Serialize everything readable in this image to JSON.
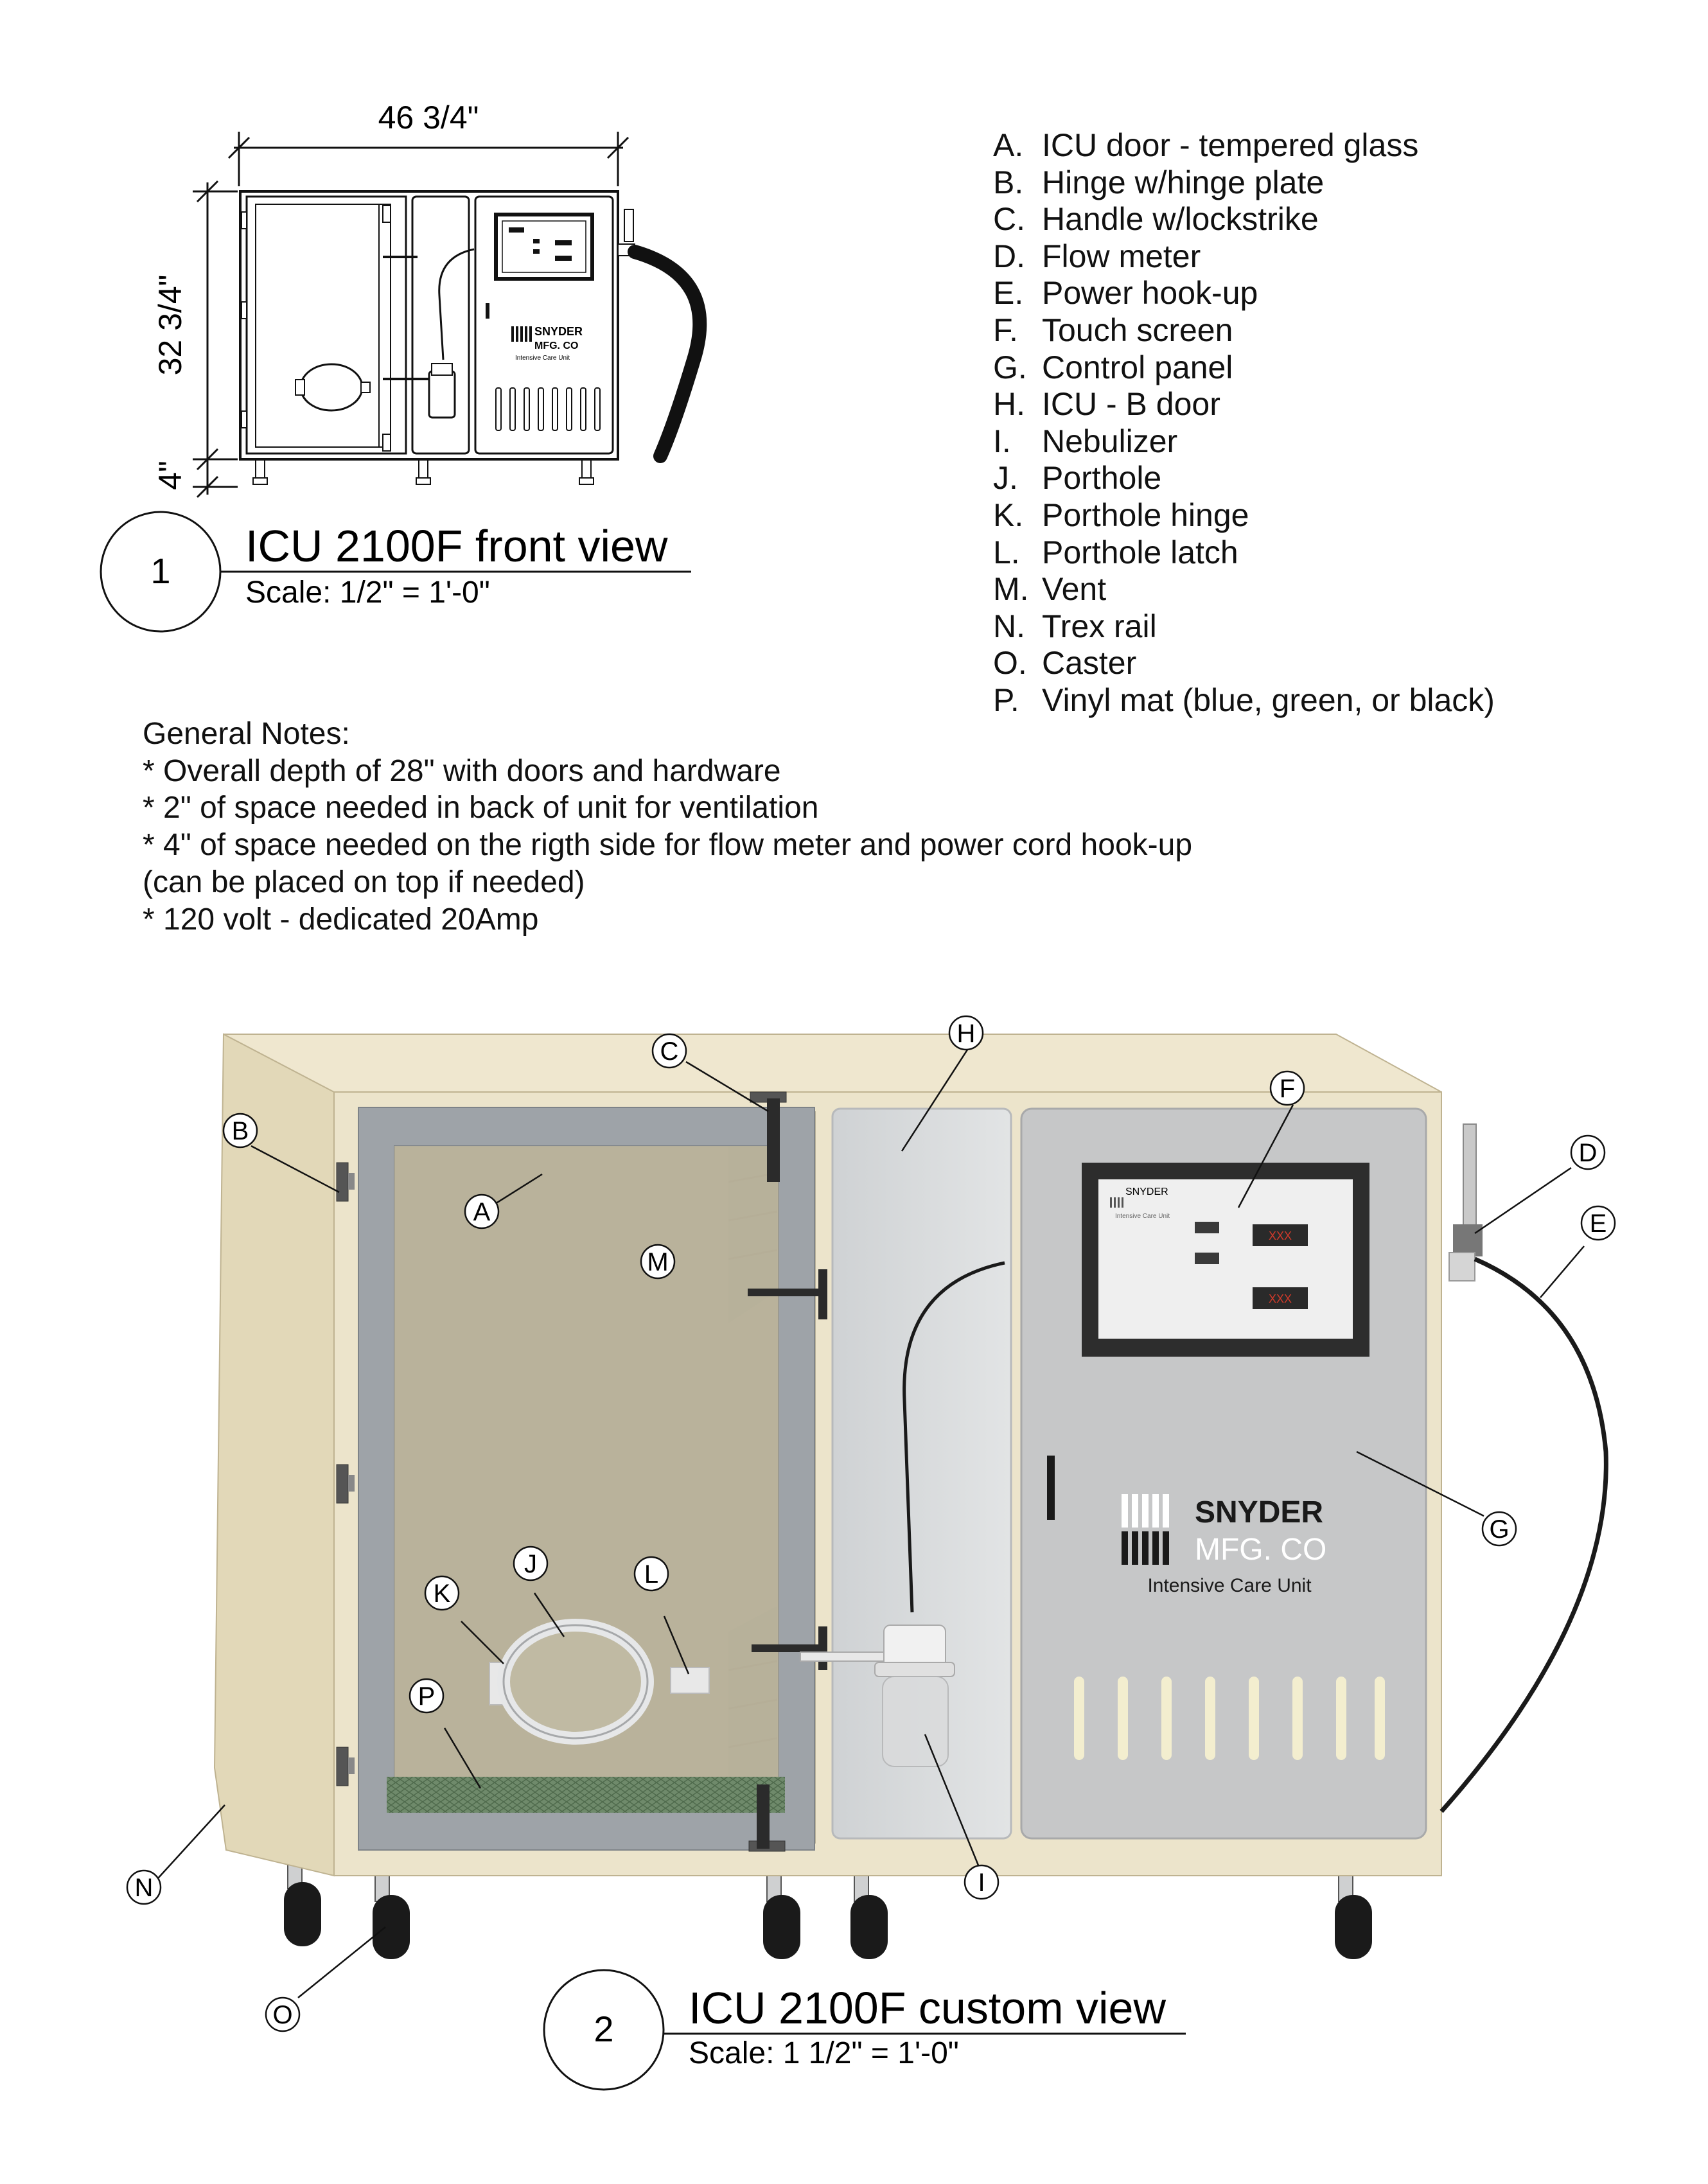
{
  "front_view": {
    "number": "1",
    "title": "ICU 2100F front view",
    "scale": "Scale: 1/2\" = 1'-0\"",
    "dim_width": "46 3/4\"",
    "dim_height": "32 3/4\"",
    "dim_base": "4\"",
    "logo_line1": "SNYDER",
    "logo_line2": "MFG. CO",
    "logo_line3": "Intensive Care Unit"
  },
  "legend": [
    {
      "letter": "A.",
      "label": "ICU door - tempered glass"
    },
    {
      "letter": "B.",
      "label": "Hinge w/hinge plate"
    },
    {
      "letter": "C.",
      "label": "Handle w/lockstrike"
    },
    {
      "letter": "D.",
      "label": "Flow meter"
    },
    {
      "letter": "E.",
      "label": "Power hook-up"
    },
    {
      "letter": "F.",
      "label": "Touch screen"
    },
    {
      "letter": "G.",
      "label": "Control panel"
    },
    {
      "letter": "H.",
      "label": "ICU - B door"
    },
    {
      "letter": "I.",
      "label": "Nebulizer"
    },
    {
      "letter": "J.",
      "label": "Porthole"
    },
    {
      "letter": "K.",
      "label": "Porthole hinge"
    },
    {
      "letter": "L.",
      "label": "Porthole latch"
    },
    {
      "letter": "M.",
      "label": "Vent"
    },
    {
      "letter": "N.",
      "label": "Trex rail"
    },
    {
      "letter": "O.",
      "label": "Caster"
    },
    {
      "letter": "P.",
      "label": "Vinyl mat (blue, green, or black)"
    }
  ],
  "general_notes": {
    "heading": "General Notes:",
    "lines": [
      "* Overall depth of 28\" with doors and hardware",
      "* 2\" of space needed in back of unit for ventilation",
      "* 4\" of space needed on the rigth side for flow meter and power cord hook-up",
      "(can be placed on top if needed)",
      "* 120 volt - dedicated 20Amp"
    ]
  },
  "custom_view": {
    "number": "2",
    "title": "ICU 2100F custom view",
    "scale": "Scale: 1 1/2\" = 1'-0\"",
    "logo_line1": "SNYDER",
    "logo_line2": "MFG. CO",
    "logo_line3": "Intensive Care Unit",
    "screen_brand": "SNYDER",
    "screen_sub": "Intensive Care Unit",
    "readout": "XXX",
    "callouts": {
      "A": "A",
      "B": "B",
      "C": "C",
      "D": "D",
      "E": "E",
      "F": "F",
      "G": "G",
      "H": "H",
      "I": "I",
      "J": "J",
      "K": "K",
      "L": "L",
      "M": "M",
      "N": "N",
      "O": "O",
      "P": "P"
    }
  },
  "colors": {
    "cabinet": "#ece4cb",
    "cabinet_side": "#e2d8b8",
    "door_frame": "#9ea3a8",
    "interior": "#b8b199",
    "panel": "#c6c7c8",
    "glass_door": "#d8dadb",
    "mat": "#6f8a6b",
    "trex": "#6b4a2c"
  }
}
